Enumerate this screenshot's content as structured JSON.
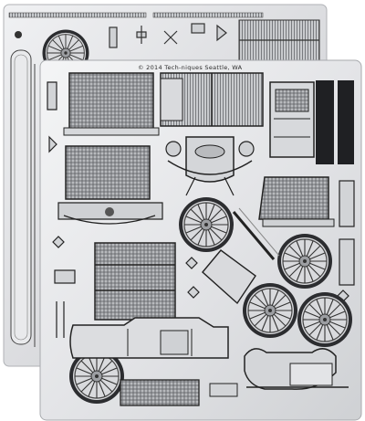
{
  "image": {
    "subject": "photo-etched metal model kit sheets",
    "sheet_count": 2
  },
  "front_sheet": {
    "imprint": "© 2014 Tech-niques Seattle, WA"
  },
  "colors": {
    "background": "#ffffff",
    "metal_light": "#e4e5e7",
    "metal_mid": "#c9cbcf",
    "metal_dark": "#4a4c50",
    "etch_line": "#222222"
  }
}
